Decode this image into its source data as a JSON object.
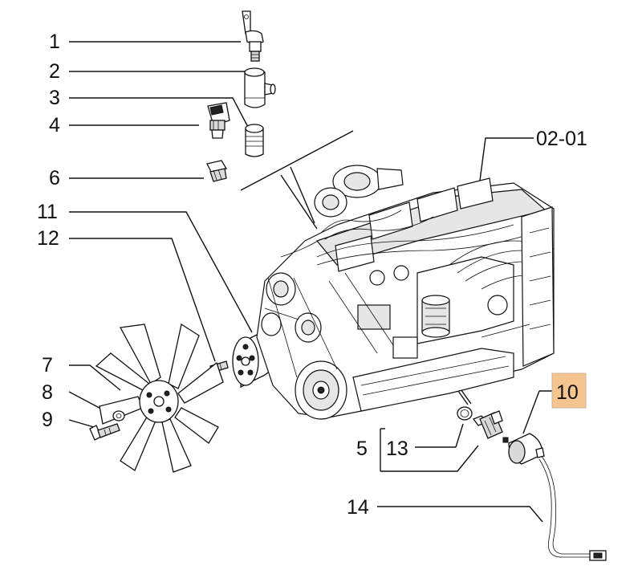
{
  "diagram": {
    "callouts": {
      "c1": "1",
      "c2": "2",
      "c3": "3",
      "c4": "4",
      "c5": "5",
      "c6": "6",
      "c7": "7",
      "c8": "8",
      "c9": "9",
      "c10": "10",
      "c11": "11",
      "c12": "12",
      "c13": "13",
      "c14": "14",
      "ref": "02-01"
    },
    "colors": {
      "highlight_box": "#f5c48f",
      "line": "#111111",
      "background": "#ffffff"
    }
  }
}
